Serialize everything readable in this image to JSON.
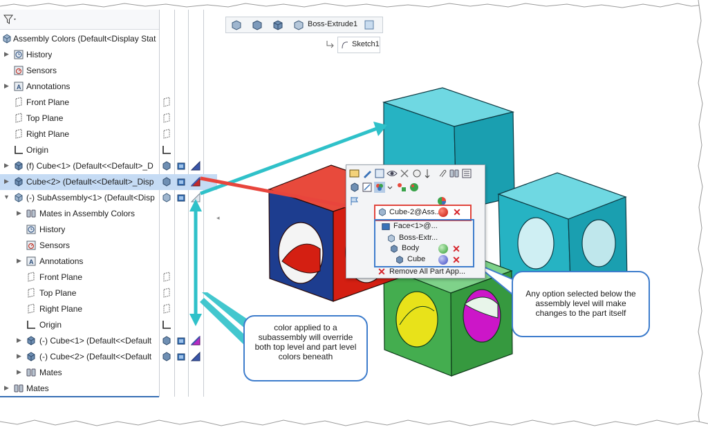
{
  "tree": {
    "root_label": "Assembly Colors  (Default<Display Stat",
    "rows": [
      {
        "label": "History"
      },
      {
        "label": "Sensors"
      },
      {
        "label": "Annotations"
      },
      {
        "label": "Front Plane"
      },
      {
        "label": "Top Plane"
      },
      {
        "label": "Right Plane"
      },
      {
        "label": "Origin"
      },
      {
        "label": "(f) Cube<1> (Default<<Default>_D"
      },
      {
        "label": "Cube<2> (Default<<Default>_Disp"
      },
      {
        "label": "(-) SubAssembly<1> (Default<Disp"
      },
      {
        "label": "Mates in Assembly Colors"
      },
      {
        "label": "History"
      },
      {
        "label": "Sensors"
      },
      {
        "label": "Annotations"
      },
      {
        "label": "Front Plane"
      },
      {
        "label": "Top Plane"
      },
      {
        "label": "Right Plane"
      },
      {
        "label": "Origin"
      },
      {
        "label": "(-) Cube<1> (Default<<Default"
      },
      {
        "label": "(-) Cube<2> (Default<<Default"
      },
      {
        "label": "Mates"
      },
      {
        "label": "Mates"
      }
    ]
  },
  "breadcrumb": {
    "boss_label": "Boss-Extrude1",
    "sketch_label": "Sketch1"
  },
  "context_menu": {
    "item_cube2": "Cube-2@Ass...",
    "item_face": "Face<1>@...",
    "item_boss": "Boss-Extr...",
    "item_body": "Body",
    "item_cube": "Cube",
    "item_remove": "Remove All Part App..."
  },
  "callouts": {
    "subassembly_note": "color applied to a subassembly will override both top level and part level colors beneath",
    "part_note": "Any option selected below the assembly level will make changes to the part itself"
  },
  "colors": {
    "selection": "#c5dbf4",
    "arrow_red": "#e8453c",
    "arrow_teal": "#2fc1c9",
    "callout_border": "#3d7ccc",
    "cube_red": "#d41f12",
    "cube_blue_face": "#1d3d8f",
    "cube_teal": "#20b6c6",
    "cube_green": "#3aa34a",
    "hole_yellow": "#e8e21a",
    "hole_magenta": "#cc16c8"
  },
  "icons": [
    "filter-icon",
    "assembly-icon",
    "history-icon",
    "sensor-icon",
    "annotation-icon",
    "plane-icon",
    "origin-icon",
    "part-icon",
    "mates-icon",
    "appearance-icon",
    "remove-icon"
  ]
}
